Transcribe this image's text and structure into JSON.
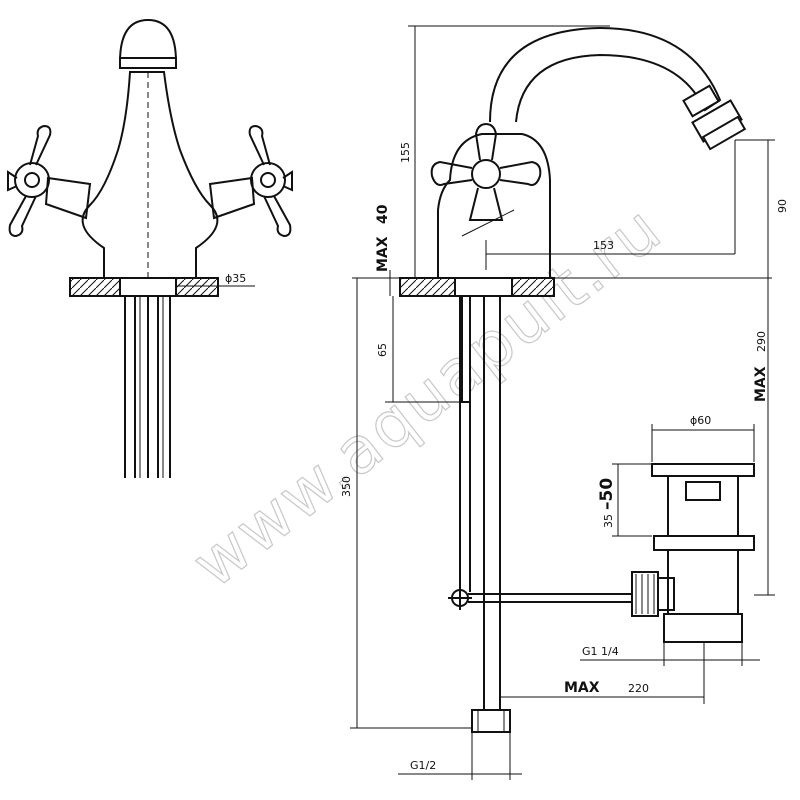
{
  "watermark": "www.aquapult.ru",
  "dimensions": {
    "h_155": "155",
    "max40_word": "MAX",
    "max40_value": "40",
    "d_153": "153",
    "d_90": "90",
    "d_65": "65",
    "d_350": "350",
    "max290_word": "MAX",
    "max290_value": "290",
    "phi60": "ϕ60",
    "range_35": "35",
    "range_50": "–50",
    "phi35": "ϕ35",
    "thread_g114": "G1 1/4",
    "max220_word": "MAX",
    "max220_value": "220",
    "thread_g12": "G1/2"
  }
}
